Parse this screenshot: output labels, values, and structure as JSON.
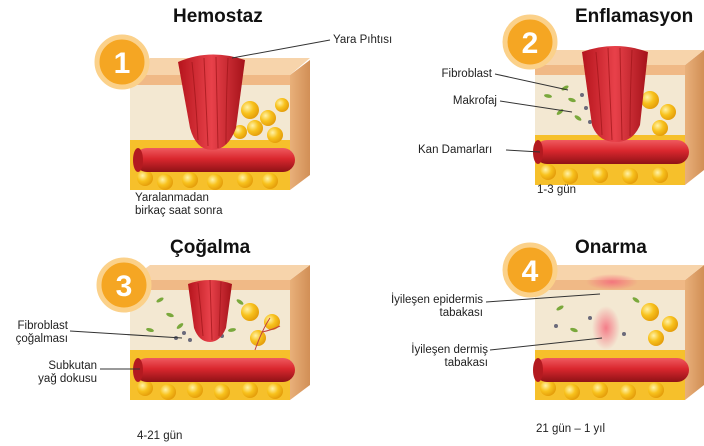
{
  "panels": [
    {
      "number": "1",
      "title": "Hemostaz",
      "labels": {
        "clot": "Yara Pıhtısı"
      },
      "time": [
        "Yaralanmadan",
        "birkaç saat sonra"
      ]
    },
    {
      "number": "2",
      "title": "Enflamasyon",
      "labels": {
        "fibroblast": "Fibroblast",
        "macrophage": "Makrofaj",
        "vessels": "Kan Damarları"
      },
      "time": [
        "1-3 gün"
      ]
    },
    {
      "number": "3",
      "title": "Çoğalma",
      "labels": {
        "fibroblast": [
          "Fibroblast",
          "çoğalması"
        ],
        "subcutan": [
          "Subkutan",
          "yağ dokusu"
        ]
      },
      "time": [
        "4-21 gün"
      ]
    },
    {
      "number": "4",
      "title": "Onarma",
      "labels": {
        "epidermis": [
          "İyileşen epidermis",
          "tabakası"
        ],
        "dermis": [
          "İyileşen dermiş",
          "tabakası"
        ]
      },
      "time": [
        "21 gün – 1 yıl"
      ]
    }
  ],
  "colors": {
    "badge": "#f5a623",
    "badge_ring": "#fbd18a",
    "skin_top": "#f4c89a",
    "dermis": "#f2e6cf",
    "fat": "#f8c21d",
    "fat_dark": "#e5a40c",
    "vessel": "#d9272e",
    "vessel_dark": "#9e1418",
    "clot": "#d8222c"
  }
}
